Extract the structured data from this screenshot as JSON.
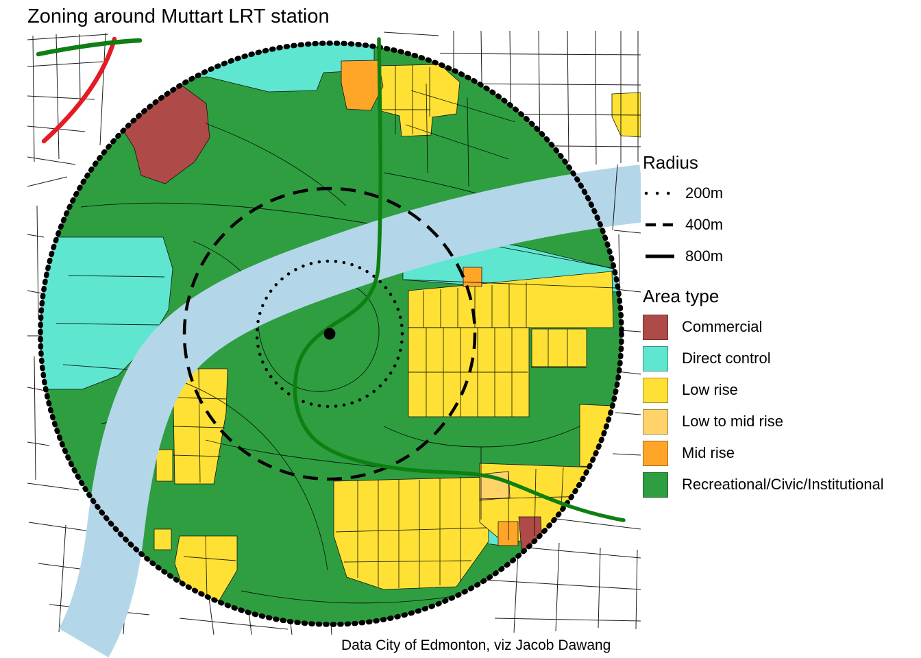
{
  "title": "Zoning around Muttart LRT station",
  "caption": "Data City of Edmonton, viz Jacob Dawang",
  "legend": {
    "radius": {
      "title": "Radius",
      "items": [
        {
          "label": "200m",
          "style": "dotted"
        },
        {
          "label": "400m",
          "style": "dashed"
        },
        {
          "label": "800m",
          "style": "solid"
        }
      ]
    },
    "area_type": {
      "title": "Area type",
      "items": [
        {
          "label": "Commercial",
          "color": "#AE4A47"
        },
        {
          "label": "Direct control",
          "color": "#5FE6D0"
        },
        {
          "label": "Low rise",
          "color": "#FFE135"
        },
        {
          "label": "Low to mid rise",
          "color": "#FFD36A"
        },
        {
          "label": "Mid rise",
          "color": "#FFA629"
        },
        {
          "label": "Recreational/Civic/Institutional",
          "color": "#2F9E41"
        }
      ]
    }
  },
  "map": {
    "radii_m": [
      200,
      400,
      800
    ],
    "colors": {
      "commercial": "#AE4A47",
      "direct_control": "#5FE6D0",
      "low_rise": "#FFE135",
      "low_to_mid_rise": "#FFD36A",
      "mid_rise": "#FFA629",
      "recreational": "#2F9E41",
      "river": "#B3D7E8",
      "route_green": "#0E7F12",
      "route_red": "#E31B23",
      "road": "#000000",
      "radius_ring": "#000000"
    }
  }
}
